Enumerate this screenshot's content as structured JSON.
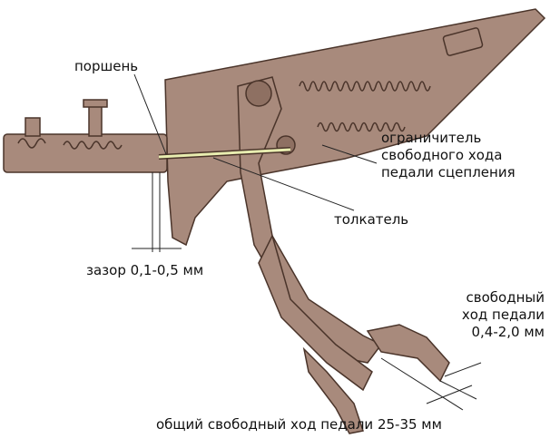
{
  "labels": {
    "piston": "поршень",
    "limiter": [
      "ограничитель",
      "свободного хода",
      "педали сцепления"
    ],
    "pushrod": "толкатель",
    "gap": "зазор 0,1-0,5 мм",
    "free_travel": [
      "свободный",
      "ход педали",
      "0,4-2,0 мм"
    ],
    "total_travel": "общий свободный ход педали 25-35 мм"
  },
  "colors": {
    "metal": "#a88a7c",
    "metal_dark": "#5e4236",
    "rod": "#e8edb0",
    "text": "#111111"
  }
}
